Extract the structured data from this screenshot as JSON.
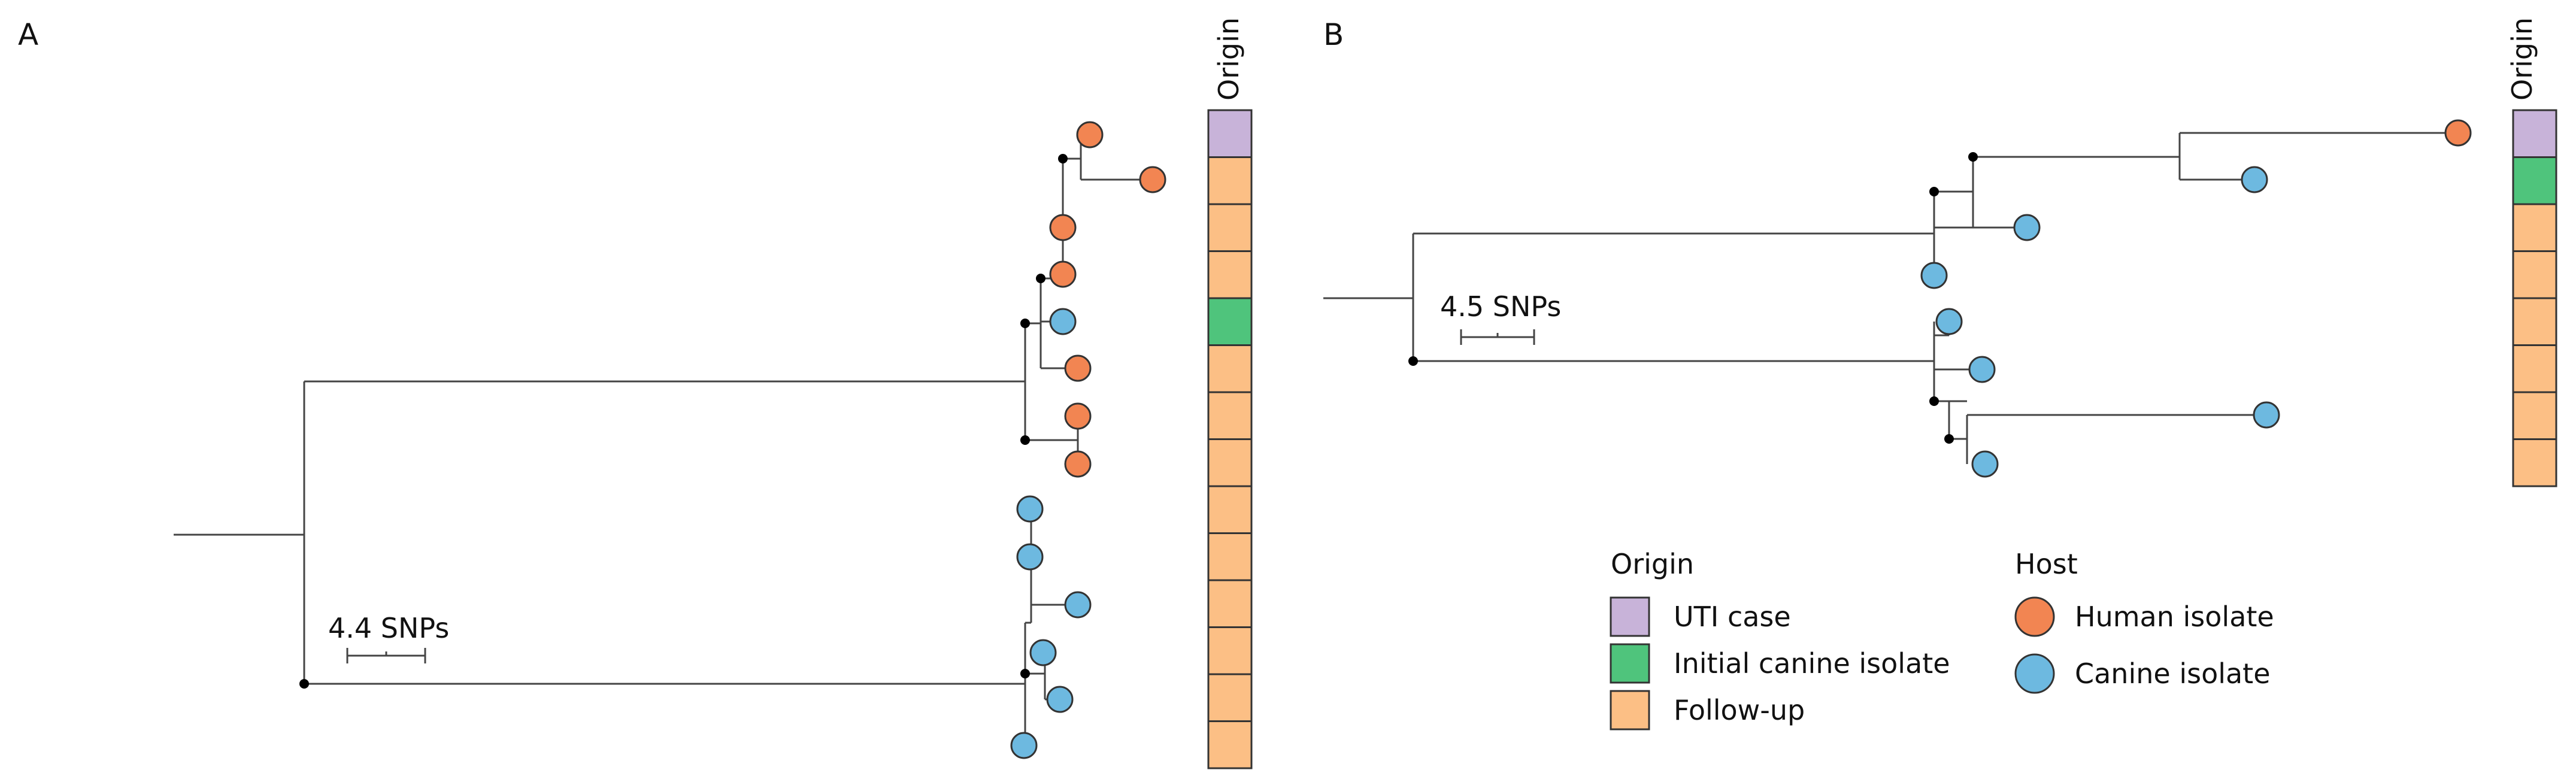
{
  "colors": {
    "uti_case": "#c8b3d9",
    "initial_canine": "#4fc47c",
    "follow_up": "#fcbf85",
    "human": "#f28552",
    "canine": "#6db9e0",
    "line": "#444444"
  },
  "panel_a": {
    "label": "A",
    "origin_header": "Origin",
    "scale_label": "4.4 SNPs",
    "origin_strip": [
      "uti_case",
      "follow_up",
      "follow_up",
      "follow_up",
      "initial_canine",
      "follow_up",
      "follow_up",
      "follow_up",
      "follow_up",
      "follow_up",
      "follow_up",
      "follow_up",
      "follow_up",
      "follow_up"
    ],
    "tips": [
      "human",
      "human",
      "human",
      "human",
      "canine",
      "human",
      "human",
      "human",
      "canine",
      "canine",
      "canine",
      "canine",
      "canine",
      "canine"
    ]
  },
  "panel_b": {
    "label": "B",
    "origin_header": "Origin",
    "scale_label": "4.5 SNPs",
    "origin_strip": [
      "uti_case",
      "initial_canine",
      "follow_up",
      "follow_up",
      "follow_up",
      "follow_up",
      "follow_up",
      "follow_up"
    ],
    "tips": [
      "human",
      "canine",
      "canine",
      "canine",
      "canine",
      "canine",
      "canine",
      "canine"
    ]
  },
  "legend": {
    "origin_title": "Origin",
    "origin_items": [
      {
        "key": "uti_case",
        "label": "UTI case"
      },
      {
        "key": "initial_canine",
        "label": "Initial canine isolate"
      },
      {
        "key": "follow_up",
        "label": "Follow-up"
      }
    ],
    "host_title": "Host",
    "host_items": [
      {
        "key": "human",
        "label": "Human isolate"
      },
      {
        "key": "canine",
        "label": "Canine isolate"
      }
    ]
  }
}
